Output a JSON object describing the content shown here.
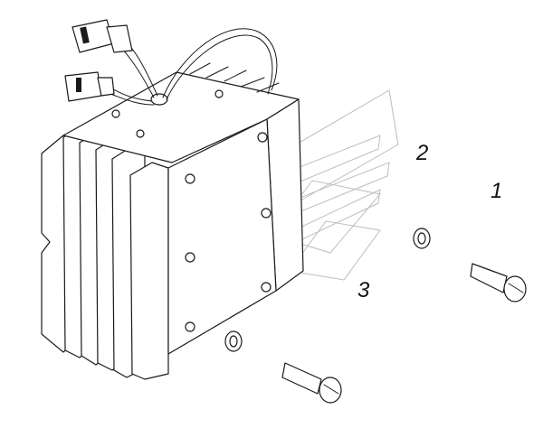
{
  "diagram": {
    "callouts": [
      {
        "id": "1",
        "label": "1"
      },
      {
        "id": "2",
        "label": "2"
      },
      {
        "id": "3",
        "label": "3"
      }
    ],
    "parts": {
      "regulator": "voltage-regulator-icon",
      "washer": "washer-icon",
      "screw": "screw-icon",
      "connector": "connector-plug-icon"
    },
    "colors": {
      "line": "#1a1a1a",
      "watermark": "#bdbdbd",
      "background": "#ffffff"
    }
  }
}
